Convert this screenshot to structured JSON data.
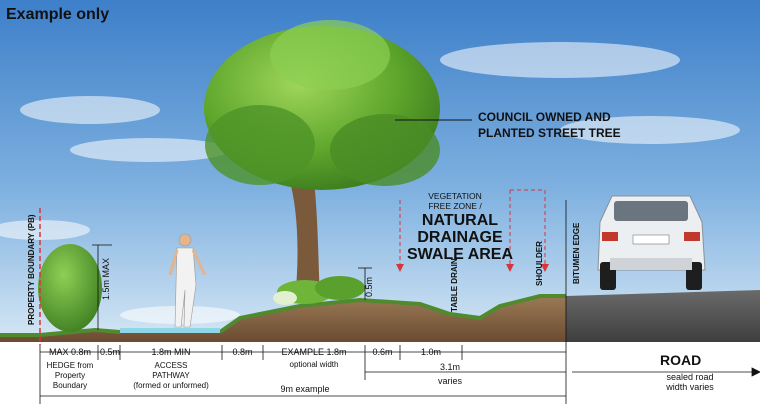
{
  "title": "Example only",
  "callouts": {
    "street_tree_line1": "COUNCIL OWNED AND",
    "street_tree_line2": "PLANTED STREET TREE",
    "vegetation_line1": "VEGETATION",
    "vegetation_line2": "FREE ZONE /",
    "swale_line1": "NATURAL",
    "swale_line2": "DRAINAGE",
    "swale_line3": "SWALE AREA",
    "property_boundary": "PROPERTY BOUNDARY (PB)",
    "hedge_height": "1.5m MAX",
    "verge_height": "0.5m",
    "table_drain": "TABLE DRAIN",
    "shoulder": "SHOULDER",
    "bitumen_edge": "BITUMEN EDGE"
  },
  "dimensions": {
    "hedge_width": "MAX 0.8m",
    "hedge_label_1": "HEDGE from",
    "hedge_label_2": "Property",
    "hedge_label_3": "Boundary",
    "gap_1": "0.5m",
    "path_width": "1.8m MIN",
    "path_label_1": "ACCESS",
    "path_label_2": "PATHWAY",
    "path_label_3": "(formed or unformed)",
    "gap_2": "0.8m",
    "optional_width": "EXAMPLE 1.8m",
    "optional_label": "optional width",
    "drain_1": "0.6m",
    "drain_2": "1.0m",
    "swale_total": "3.1m",
    "swale_total_label": "varies",
    "total_width": "9m example",
    "road_label": "ROAD",
    "road_sub_1": "sealed road",
    "road_sub_2": "width varies"
  },
  "colors": {
    "sky_top": "#3d7fc9",
    "sky_bottom": "#bcd8ef",
    "grass": "#4f8a2e",
    "soil": "#8a6a48",
    "road": "#5e5e5e",
    "guide_red": "#d6353a",
    "water": "#8fd6e6"
  }
}
